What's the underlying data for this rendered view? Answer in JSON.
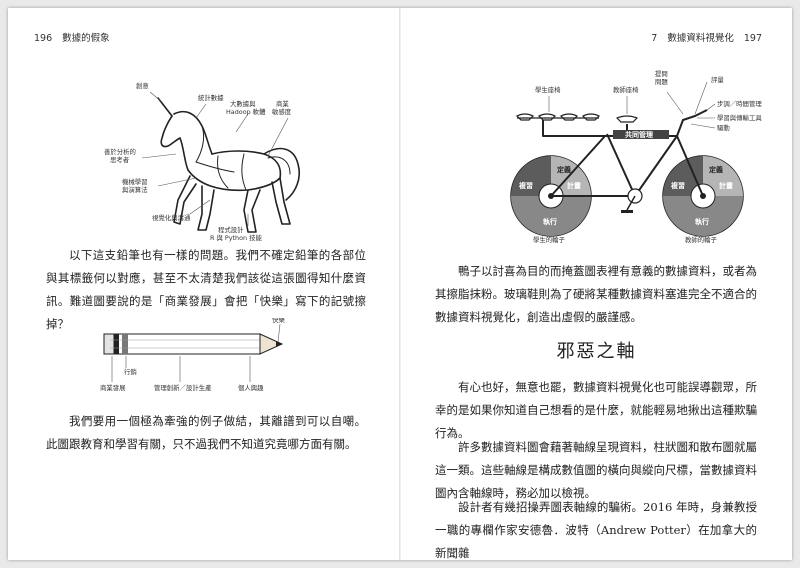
{
  "left_page": {
    "header": {
      "page_number": "196",
      "book_title": "數據的假象"
    },
    "unicorn_labels": {
      "horn": "創意",
      "stats": "統計數據",
      "bigdata": "大數據與\nHadoop 軟體",
      "business": "商業\n敏感度",
      "analytic": "善於分析的\n思考者",
      "ml": "機械學習\n與演算法",
      "viz": "視覺化與溝通",
      "programming": "程式設計\nR 與 Python 技能"
    },
    "paragraph1": "以下這支鉛筆也有一樣的問題。我們不確定鉛筆的各部位與其標籤何以對應，甚至不太清楚我們該從這張圖得知什麼資訊。難道圖要說的是「商業發展」會把「快樂」寫下的記號擦掉？",
    "pencil_labels": {
      "happiness": "快樂",
      "business": "商業發展",
      "management": "管理創新／設計生產",
      "marketing": "行銷",
      "personal": "個人興趣"
    },
    "paragraph2": "我們要用一個極為牽強的例子做結，其離譜到可以自嘲。此圖跟教育和學習有關，只不過我們不知道究竟哪方面有關。"
  },
  "right_page": {
    "header": {
      "chapter": "7",
      "chapter_title": "數據資料視覺化",
      "page_number": "197"
    },
    "bike_labels": {
      "question": "提問\n問題",
      "evaluation": "評量",
      "steps": "步調／時間管理",
      "tools": "學習與傳輸工具",
      "drive": "驅動",
      "student_seat": "學生座椅",
      "teacher_seat": "教師座椅",
      "frame": "共同管理",
      "review": "複習",
      "definition": "定義",
      "plan": "計畫",
      "execute": "執行",
      "student_wheel": "學生的輪子",
      "teacher_wheel": "教師的輪子"
    },
    "paragraph1": "鴨子以討喜為目的而掩蓋圖表裡有意義的數據資料，或者為其擦脂抹粉。玻璃鞋則為了硬將某種數據資料塞進完全不適合的數據資料視覺化，創造出虛假的嚴謹感。",
    "section_title": "邪惡之軸",
    "paragraph2": "有心也好，無意也罷，數據資料視覺化也可能誤導觀眾，所幸的是如果你知道自己想看的是什麼，就能輕易地揪出這種欺騙行為。",
    "paragraph3": "許多數據資料圖會藉著軸線呈現資料，柱狀圖和散布圖就屬這一類。這些軸線是構成數值圖的橫向與縱向尺標，當數據資料圖內含軸線時，務必加以檢視。",
    "paragraph4": "設計者有幾招操弄圖表軸線的騙術。2016 年時，身兼教授一職的專欄作家安德魯．波特（Andrew Potter）在加拿大的新聞雜"
  }
}
